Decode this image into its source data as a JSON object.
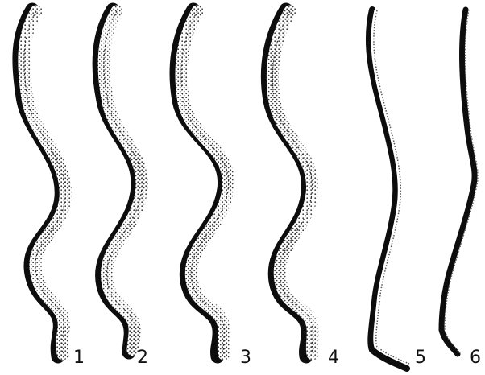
{
  "figure": {
    "panels": [
      {
        "label": "1",
        "style": "dense-stippled"
      },
      {
        "label": "2",
        "style": "dense-stippled"
      },
      {
        "label": "3",
        "style": "dense-stippled"
      },
      {
        "label": "4",
        "style": "dense-stippled"
      },
      {
        "label": "5",
        "style": "thin-outline"
      },
      {
        "label": "6",
        "style": "thin-solid"
      }
    ],
    "colors": {
      "ink": "#0d0d0d",
      "stipple": "#3a3a3a",
      "highlight": "#ffffff",
      "background": "#ffffff"
    }
  }
}
